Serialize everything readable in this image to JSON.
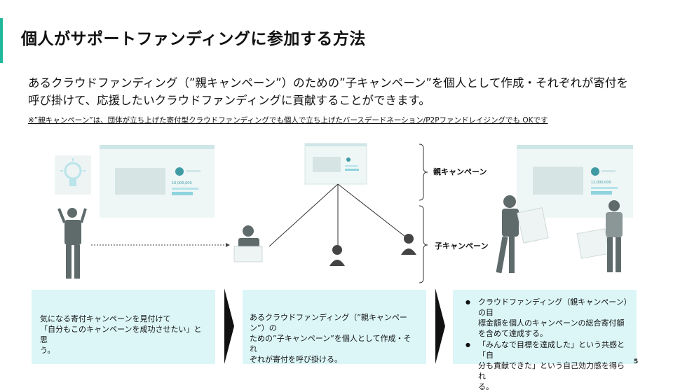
{
  "slide": {
    "title": "個人がサポートファンディングに参加する方法",
    "lead_line1": "あるクラウドファンディング（”親キャンペーン”）のための”子キャンペーン”を個人として作成・それぞれが寄付を",
    "lead_line2": "呼び掛けて、応援したいクラウドファンディングに貢献することができます。",
    "note": "※”親キャンペーン”は、団体が立ち上げた寄付型クラウドファンディングでも個人で立ち上げたバースデードネーション/P2Pファンドレイジングでも OKです",
    "parent_label": "親キャンペーン",
    "child_label": "子キャンペーン",
    "amount_left": "10,000,000",
    "amount_right": "12,000,000",
    "page_number": "5"
  },
  "steps": {
    "step1_line1": "気になる寄付キャンペーンを見付けて",
    "step1_line2": "「自分もこのキャンペーンを成功させたい」と思",
    "step1_line3": "う。",
    "step2_line1": "あるクラウドファンディング（”親キャンペーン”）の",
    "step2_line2": "ための”子キャンペーン”を個人として作成・それ",
    "step2_line3": "ぞれが寄付を呼び掛ける。",
    "step3_bullet1_line1": "クラウドファンディング（親キャンペーン）の目",
    "step3_bullet1_line2": "標金額を個人のキャンペーンの総合寄付額",
    "step3_bullet1_line3": "を含めて達成する。",
    "step3_bullet2_line1": "「みんなで目標を達成した」という共感と「自",
    "step3_bullet2_line2": "分も貢献できた」という自己効力感を得られ",
    "step3_bullet2_line3": "る。"
  },
  "colors": {
    "accent": "#1fb89a",
    "step_box": "#dcf6f8",
    "illustration_teal": "#9ee0e6",
    "illustration_gray": "#5f6b6b"
  }
}
